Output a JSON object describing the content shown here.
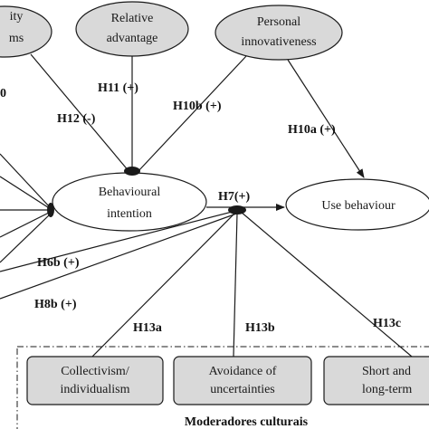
{
  "constructs": {
    "compatibility": {
      "line1": "ity",
      "line2": "ms"
    },
    "relative_advantage": {
      "line1": "Relative",
      "line2": "advantage"
    },
    "personal_innovativeness": {
      "line1": "Personal",
      "line2": "innovativeness"
    },
    "behavioural_intention": {
      "line1": "Behavioural",
      "line2": "intention"
    },
    "use_behaviour": {
      "line1": "Use behaviour"
    }
  },
  "hypotheses": {
    "h11": "H11 (+)",
    "h12": "H12 (-)",
    "h10b": "H10b (+)",
    "h10a": "H10a (+)",
    "h7": "H7(+)",
    "h6b": "H6b (+)",
    "h8b": "H8b (+)",
    "h13a": "H13a",
    "h13b": "H13b",
    "h13c": "H13c",
    "partial_left": "0"
  },
  "moderators": {
    "collectivism": {
      "line1": "Collectivism/",
      "line2": "individualism"
    },
    "avoidance": {
      "line1": "Avoidance of",
      "line2": "uncertainties"
    },
    "long_term": {
      "line1": "Short and",
      "line2": "long-term"
    },
    "group_label": "Moderadores culturais"
  },
  "colors": {
    "node_fill": "#d9d9d9",
    "stroke": "#1a1a1a",
    "background": "#ffffff"
  }
}
